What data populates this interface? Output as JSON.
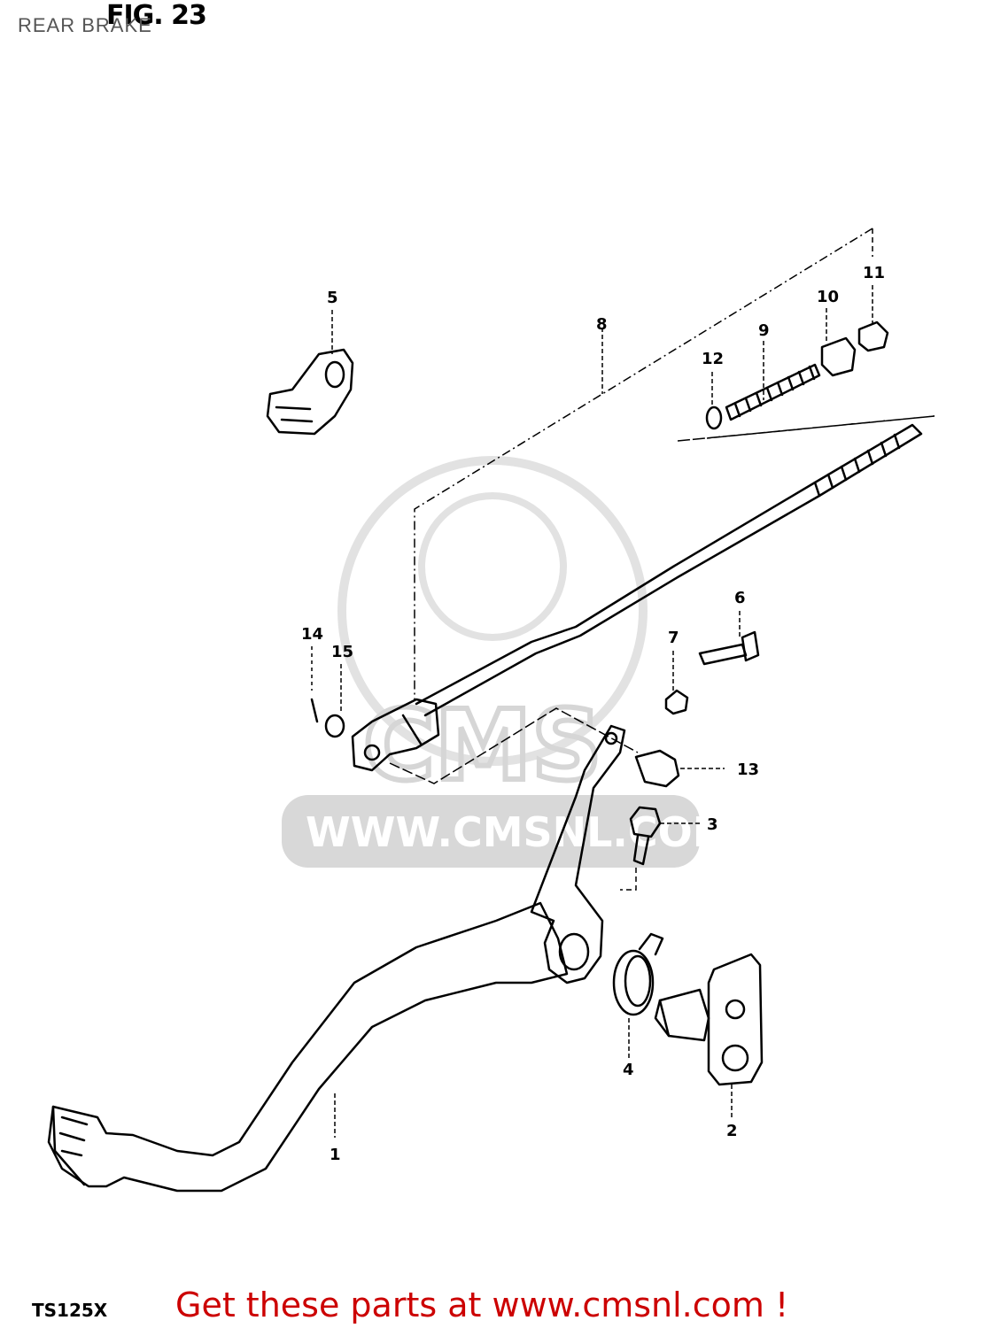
{
  "figure": {
    "title": "FIG. 23",
    "subtitle": "REAR BRAKE",
    "model": "TS125X"
  },
  "callouts": [
    {
      "id": "c1",
      "label": "1"
    },
    {
      "id": "c2",
      "label": "2"
    },
    {
      "id": "c3",
      "label": "3"
    },
    {
      "id": "c4",
      "label": "4"
    },
    {
      "id": "c5",
      "label": "5"
    },
    {
      "id": "c6",
      "label": "6"
    },
    {
      "id": "c7",
      "label": "7"
    },
    {
      "id": "c8",
      "label": "8"
    },
    {
      "id": "c9",
      "label": "9"
    },
    {
      "id": "c10",
      "label": "10"
    },
    {
      "id": "c11",
      "label": "11"
    },
    {
      "id": "c12",
      "label": "12"
    },
    {
      "id": "c13",
      "label": "13"
    },
    {
      "id": "c14",
      "label": "14"
    },
    {
      "id": "c15",
      "label": "15"
    }
  ],
  "watermark": {
    "logo": "CMS",
    "url": "WWW.CMSNL.COM"
  },
  "cta": {
    "text": "Get these parts at www.cmsnl.com !"
  },
  "colors": {
    "cta": "#cc0000",
    "line": "#000000",
    "watermark": "#d6d6d6"
  }
}
